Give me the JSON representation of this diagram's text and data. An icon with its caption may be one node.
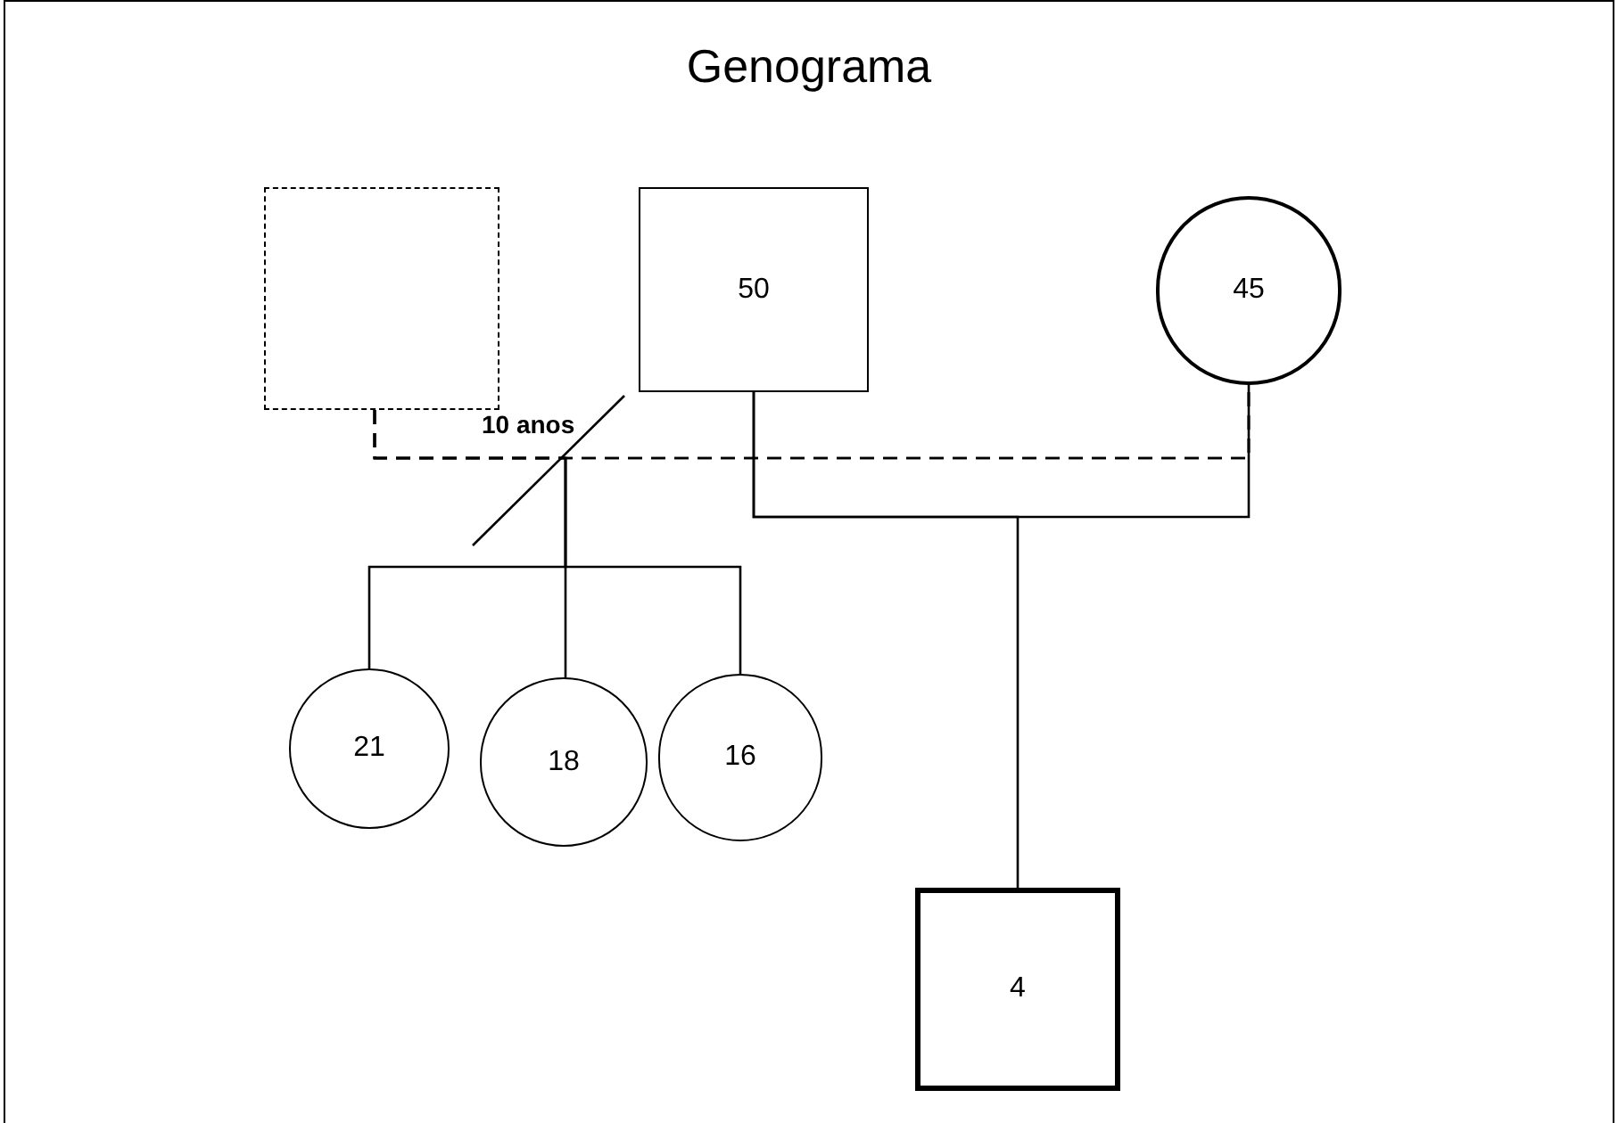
{
  "diagram": {
    "title": "Genograma",
    "nodes": [
      {
        "text": [],
        "shape": "box"
      },
      {
        "text": [
          "50"
        ]
      },
      {
        "text": [
          "45"
        ]
      },
      {
        "text": [
          "21"
        ]
      },
      {
        "text": [
          "18"
        ]
      },
      {
        "text": [
          "16"
        ]
      },
      {
        "text": [
          "4"
        ]
      }
    ],
    "edges": [
      {
        "from": 0,
        "to": 2,
        "arrow": "none",
        "style": "dashed",
        "label": "10 anos"
      },
      {
        "from": 0,
        "to": 3,
        "arrow": "none"
      },
      {
        "from": 0,
        "to": 4,
        "arrow": "none"
      },
      {
        "from": 0,
        "to": 5,
        "arrow": "none"
      },
      {
        "from": 1,
        "to": 2,
        "arrow": "none"
      },
      {
        "from": 1,
        "to": 6,
        "arrow": "none"
      }
    ]
  }
}
